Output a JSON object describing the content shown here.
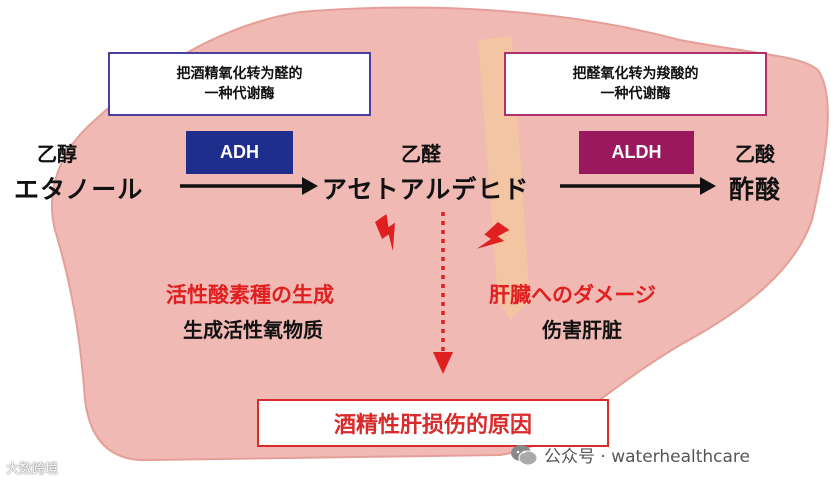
{
  "colors": {
    "liver_fill": "#f0b9b4",
    "liver_stroke": "#e59f98",
    "band": "#f3c7a0",
    "adh": "#1f2d8c",
    "aldh": "#99185e",
    "red_text": "#e02020",
    "cause_border": "#d92b2b"
  },
  "step1_desc": {
    "line1": "把酒精氧化转为醛的",
    "line2": "一种代谢酶"
  },
  "step2_desc": {
    "line1": "把醛氧化转为羧酸的",
    "line2": "一种代谢酶"
  },
  "enzymes": {
    "adh": "ADH",
    "aldh": "ALDH"
  },
  "compounds": {
    "ethanol_cn": "乙醇",
    "ethanol_jp": "エタノール",
    "acetaldehyde_cn": "乙醛",
    "acetaldehyde_jp": "アセトアルデヒド",
    "acetic_cn": "乙酸",
    "acetic_jp": "酢酸"
  },
  "effects": {
    "ros_jp": "活性酸素種の生成",
    "ros_cn": "生成活性氧物质",
    "damage_jp": "肝臓へのダメージ",
    "damage_cn": "伤害肝脏"
  },
  "cause": "酒精性肝损伤的原因",
  "watermarks": {
    "left": "大数跨境",
    "right": "公众号 · waterhealthcare"
  },
  "icons": [
    "lightning-icon",
    "lightning-icon",
    "wechat-icon"
  ]
}
